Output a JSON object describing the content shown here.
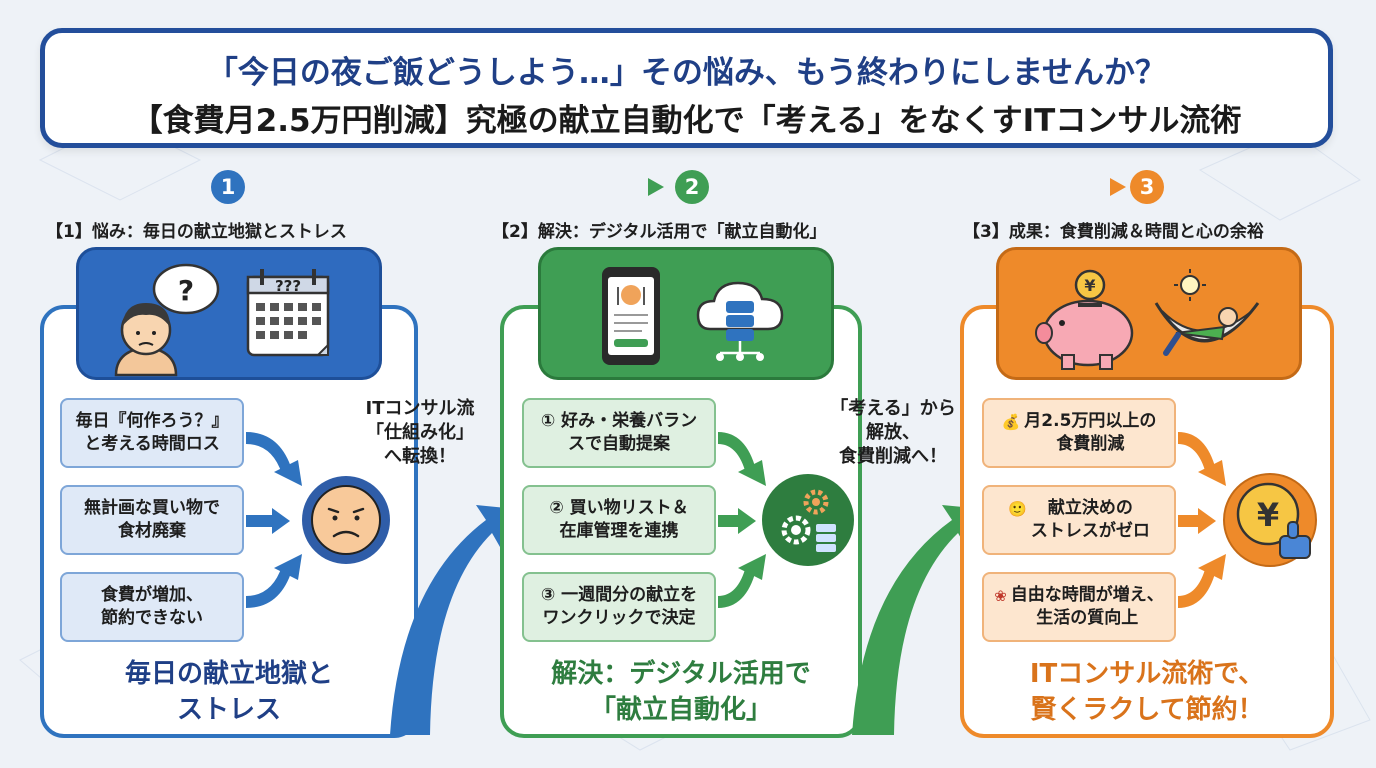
{
  "title": {
    "line1": "「今日の夜ご飯どうしよう…」その悩み、もう終わりにしませんか？",
    "line2": "【食費月2.5万円削減】究極の献立自動化で「考える」をなくすITコンサル流術"
  },
  "colors": {
    "blue": "#2f73bf",
    "green": "#3f9e54",
    "orange": "#ee8a2a",
    "navy": "#234e9b"
  },
  "steps": [
    {
      "number": "1",
      "heading": "【1】悩み：毎日の献立地獄とストレス",
      "items": [
        "毎日『何作ろう？』\nと考える時間ロス",
        "無計画な買い物で\n食材廃棄",
        "食費が増加、\n節約できない"
      ],
      "caption": "毎日の献立地獄と\nストレス",
      "icons": [
        "question-bubble-icon",
        "worried-person-icon",
        "calendar-question-icon",
        "sad-face-icon"
      ]
    },
    {
      "number": "2",
      "heading": "【2】解決：デジタル活用で「献立自動化」",
      "items": [
        "① 好み・栄養バラン\nスで自動提案",
        "② 買い物リスト＆\n在庫管理を連携",
        "③ 一週間分の献立を\nワンクリックで決定"
      ],
      "caption": "解決：デジタル活用で\n「献立自動化」",
      "icons": [
        "smartphone-recipe-icon",
        "cloud-database-icon",
        "gears-database-icon"
      ]
    },
    {
      "number": "3",
      "heading": "【3】成果：食費削減＆時間と心の余裕",
      "items": [
        "月2.5万円以上の\n食費削減",
        "献立決めの\nストレスがゼロ",
        "自由な時間が増え、\n生活の質向上"
      ],
      "item_emojis": [
        "💰",
        "🙂",
        "❀"
      ],
      "caption": "ITコンサル流術で、\n賢くラクして節約！",
      "icons": [
        "piggy-bank-icon",
        "hammock-relax-icon",
        "yen-thumbs-up-icon"
      ]
    }
  ],
  "between": [
    "ITコンサル流\n「仕組み化」\nへ転換！",
    "「考える」から\n解放、\n食費削減へ！"
  ],
  "symbols": {
    "question": "?",
    "calendar_q": "???",
    "yen": "¥"
  }
}
